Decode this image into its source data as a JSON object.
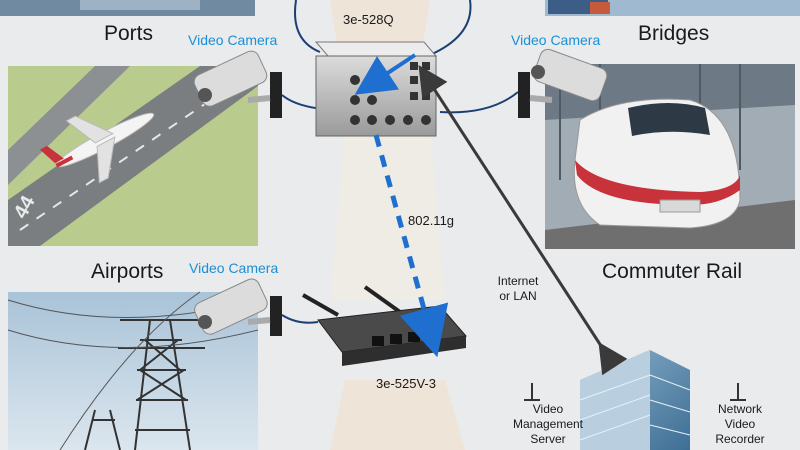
{
  "scenes": {
    "ports": "Ports",
    "bridges": "Bridges",
    "airports": "Airports",
    "commuter_rail": "Commuter Rail"
  },
  "cameras": {
    "cam1": "Video Camera",
    "cam2": "Video Camera",
    "cam3": "Video Camera"
  },
  "devices": {
    "switch_528q": "3e-528Q",
    "ap_525v": "3e-525V-3"
  },
  "links": {
    "wireless": "802.11g",
    "internet": "Internet\nor LAN"
  },
  "servers": {
    "vms": "Video\nManagement\nServer",
    "nvr": "Network\nVideo\nRecorder"
  },
  "runway_number": "44",
  "colors": {
    "camera_label": "#1a8fd6",
    "wireless_link": "#1f6fd0",
    "cable": "#1c3f73",
    "internet_link": "#3a3a3a",
    "background": "#e9ebec"
  }
}
